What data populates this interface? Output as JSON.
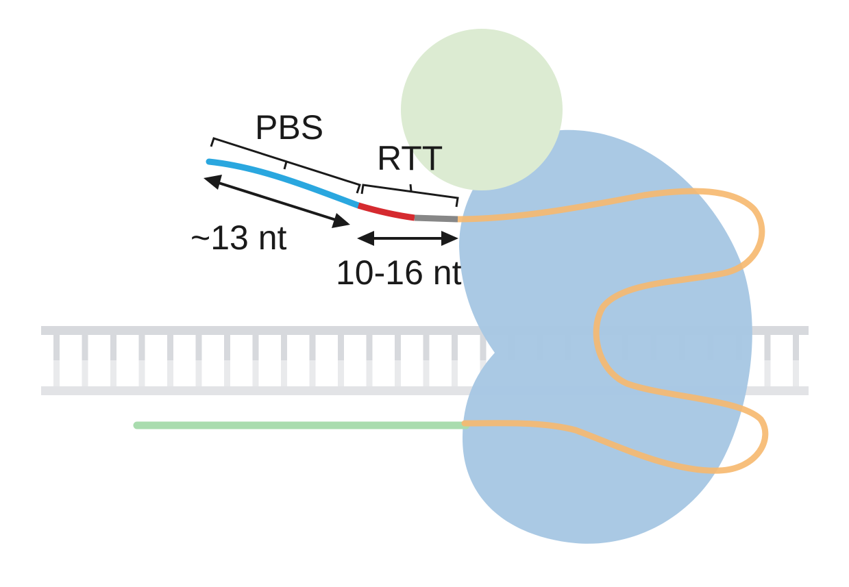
{
  "labels": {
    "pbs": "PBS",
    "rtt": "RTT",
    "pbs_length": "~13 nt",
    "rtt_length": "10-16 nt"
  },
  "colors": {
    "background": "#ffffff",
    "protein_body": "#a7c7e3",
    "protein_top": "#dcebd2",
    "dna_backbone": "#d7d9dd",
    "dna_rung": "#e3e4e7",
    "pbs_strand": "#2aa7df",
    "rtt_strand": "#d52a2f",
    "rtt_tail": "#878787",
    "guide_rna": "#f6b86e",
    "spacer_rna": "#a9dcae",
    "annotation": "#1a1a1a"
  },
  "icons": {
    "pbs_bracket": "bracket",
    "rtt_bracket": "bracket",
    "pbs_arrow": "double-arrow",
    "rtt_arrow": "double-arrow"
  }
}
